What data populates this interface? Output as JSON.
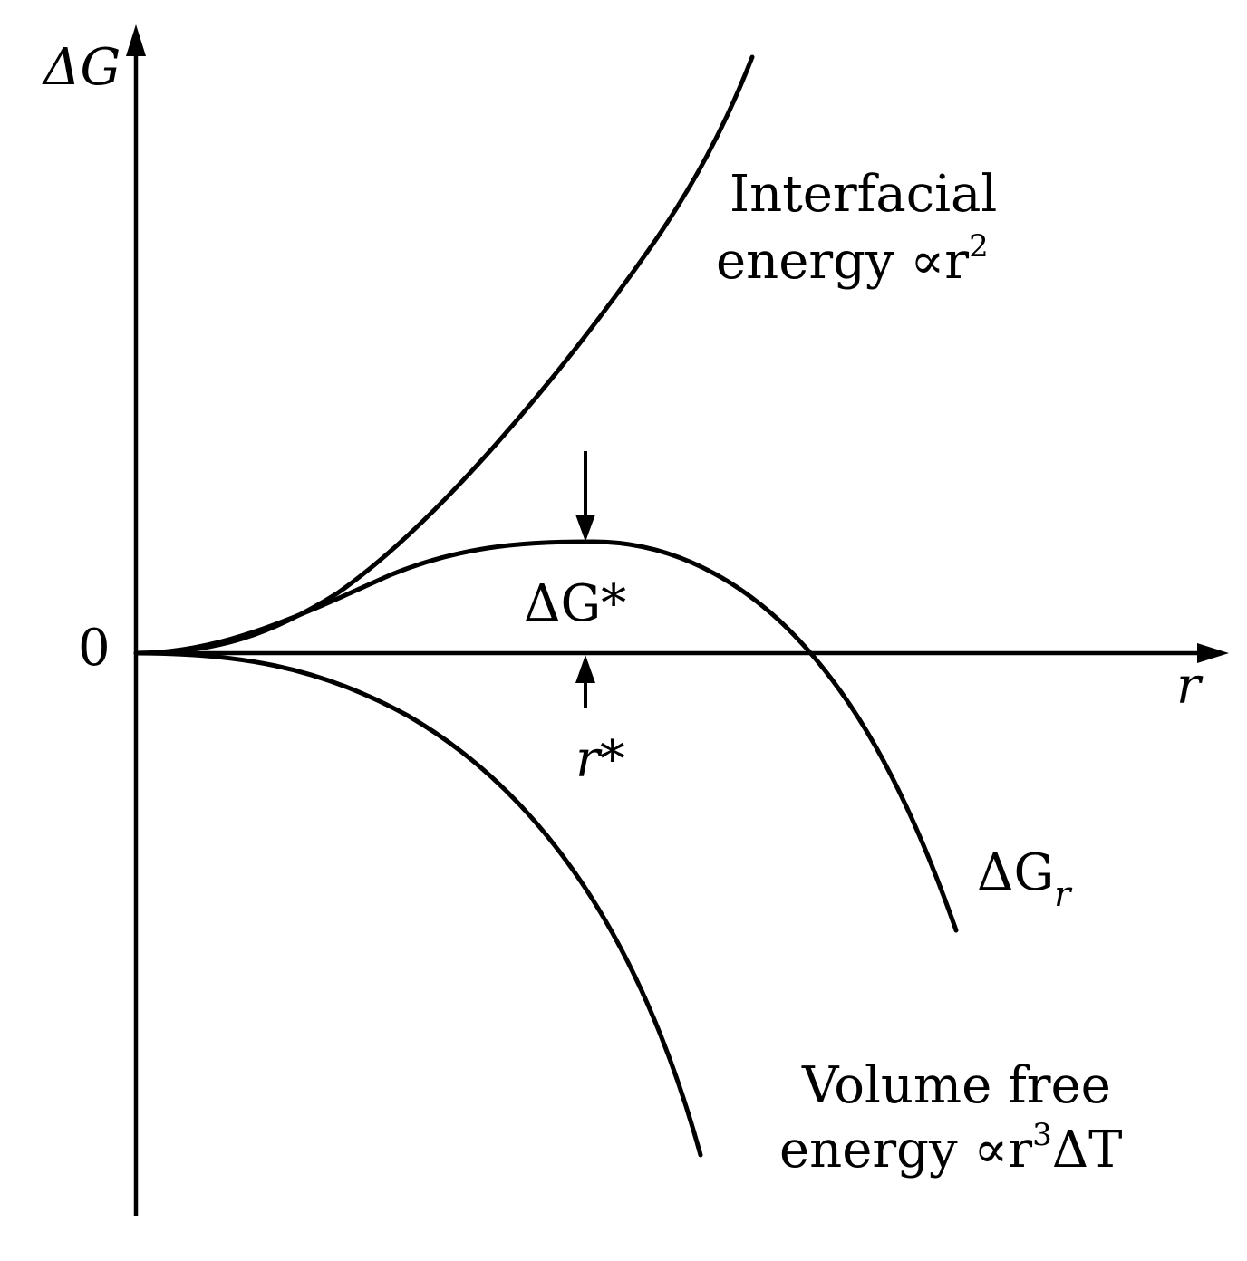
{
  "chart_data": {
    "type": "line",
    "title": "",
    "xlabel": "r",
    "ylabel": "ΔG",
    "origin_label": "0",
    "series": [
      {
        "id": "interfacial",
        "label_line_1": "Interfacial",
        "label_line_2_text": "energy ∝r",
        "label_line_2_exponent": "2"
      },
      {
        "id": "volume",
        "label_line_1": "Volume free",
        "label_line_2_text": "energy ∝r",
        "label_line_2_exponent": "3",
        "label_line_2_suffix": "ΔT"
      },
      {
        "id": "total",
        "label_base": "ΔG",
        "label_subscript": "r"
      }
    ],
    "annotations": {
      "critical_energy_label": "ΔG*",
      "critical_radius_label": "r*"
    },
    "grid": false,
    "legend": "none"
  }
}
